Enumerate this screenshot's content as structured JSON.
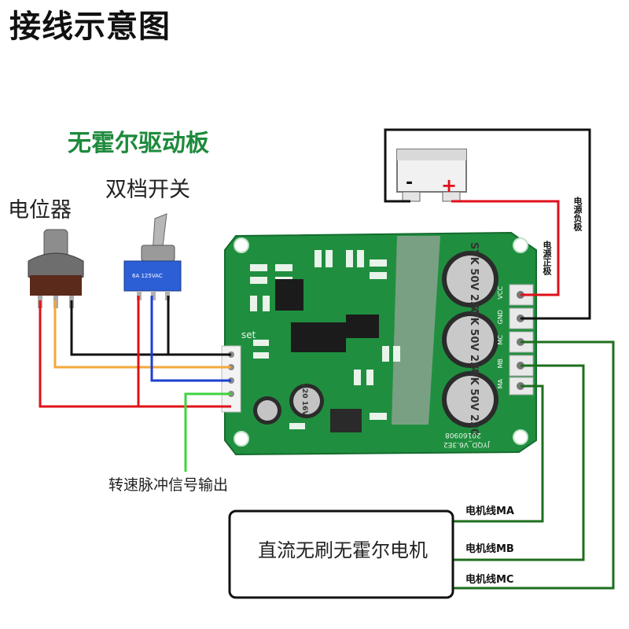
{
  "title": "接线示意图",
  "board_title": "无霍尔驱动板",
  "switch_label": "双档开关",
  "potentiometer_label": "电位器",
  "pulse_output_label": "转速脉冲信号输出",
  "motor_label": "直流无刷无霍尔电机",
  "power_negative_label": "电源负极",
  "power_positive_label": "电源正极",
  "wire_ma_label": "电机线MA",
  "wire_mb_label": "电机线MB",
  "wire_mc_label": "电机线MC",
  "battery": {
    "minus": "-",
    "plus": "+"
  },
  "board_pins": [
    "VCC",
    "GND",
    "MC",
    "MB",
    "MA"
  ],
  "silkscreen": {
    "set": "set",
    "date": "20160908",
    "model": "JYQD_V6.3E2"
  },
  "capacitor_marking": "SYK 50V 220",
  "small_capacitor_marking": "220 16V",
  "switch_marking": "6A 125VAC",
  "colors": {
    "board_green": "#1f8f3f",
    "wire_red": "#e0101a",
    "wire_black": "#111111",
    "wire_yellow": "#f2a83a",
    "wire_blue": "#1b3fd0",
    "wire_green_light": "#3fd33f",
    "wire_green_dark": "#1e6f1e",
    "title_green": "#1e8a3c"
  }
}
